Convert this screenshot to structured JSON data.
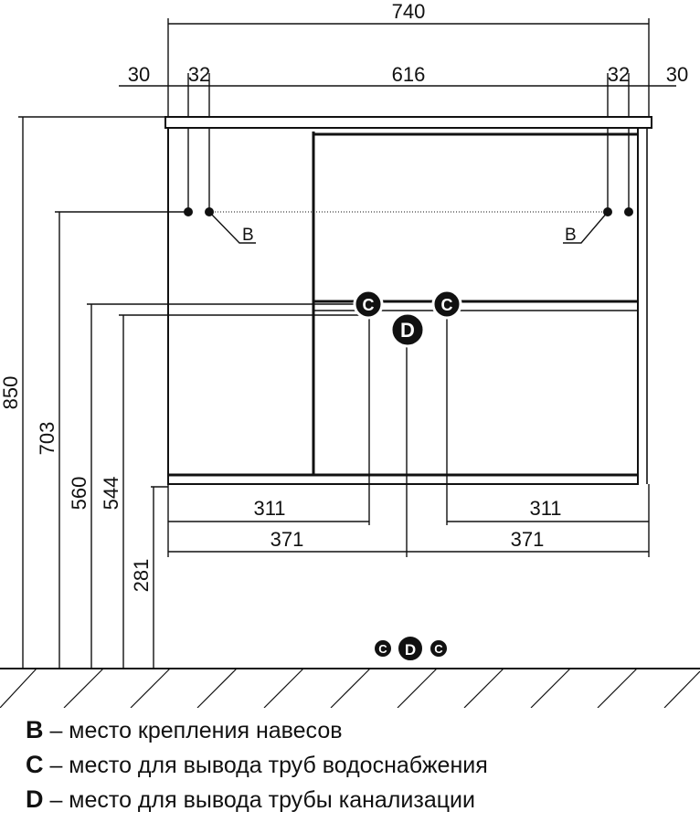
{
  "dimensions": {
    "total_width": "740",
    "left_offset": "30",
    "right_offset": "30",
    "left_hook": "32",
    "right_hook": "32",
    "between_hooks": "616",
    "total_height": "850",
    "hook_height": "703",
    "pipe_height_c": "560",
    "pipe_height_d": "544",
    "bottom_height": "281",
    "left_c_offset": "311",
    "right_c_offset": "311",
    "left_half": "371",
    "right_half": "371"
  },
  "markers": {
    "hook_left": "B",
    "hook_right": "B",
    "pipe_c": "C",
    "pipe_d": "D"
  },
  "legend": [
    {
      "key": "B",
      "text": "– место крепления навесов"
    },
    {
      "key": "C",
      "text": "– место для вывода труб водоснабжения"
    },
    {
      "key": "D",
      "text": "– место для вывода трубы канализации"
    }
  ]
}
